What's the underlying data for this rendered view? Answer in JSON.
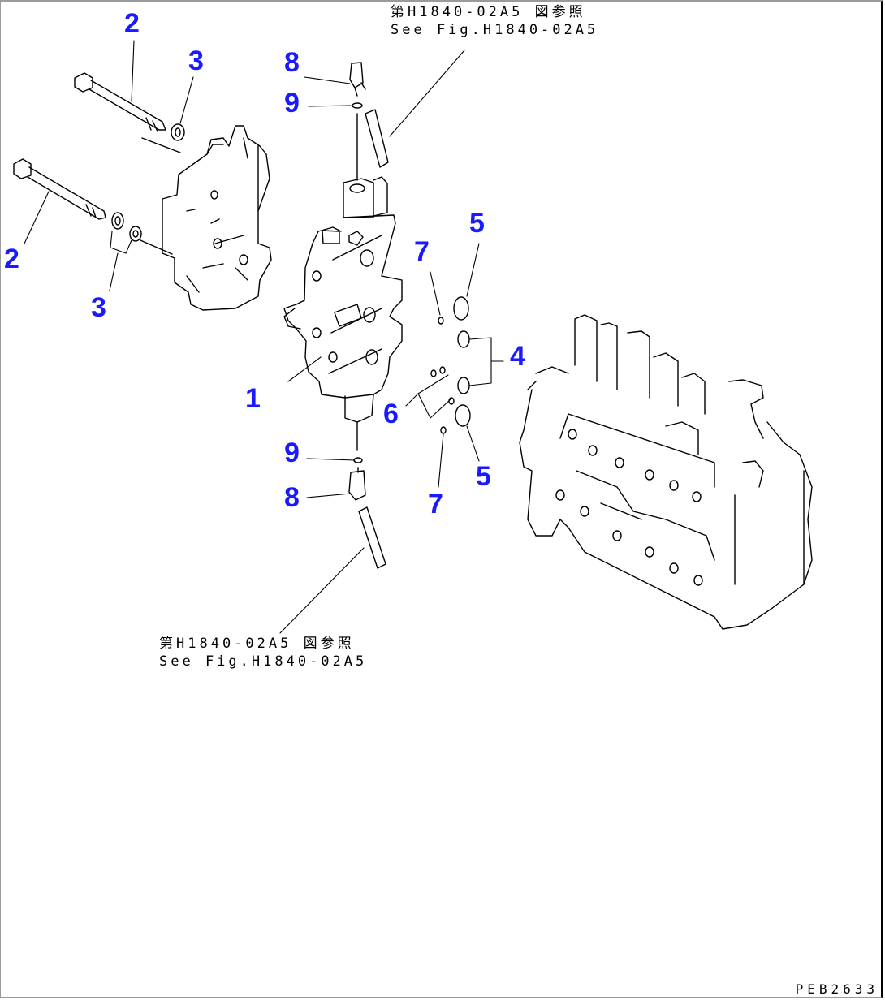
{
  "figure": {
    "reference_top": {
      "jp": "第H1840-02A5 図参照",
      "en": "See Fig.H1840-02A5"
    },
    "reference_bottom": {
      "jp": "第H1840-02A5 図参照",
      "en": "See Fig.H1840-02A5"
    },
    "drawing_code": "PEB2633",
    "label_color": "#1a1aff",
    "callouts": {
      "c1": "1",
      "c2a": "2",
      "c2b": "2",
      "c3a": "3",
      "c3b": "3",
      "c4": "4",
      "c5a": "5",
      "c5b": "5",
      "c6": "6",
      "c7a": "7",
      "c7b": "7",
      "c8a": "8",
      "c8b": "8",
      "c9a": "9",
      "c9b": "9"
    }
  }
}
